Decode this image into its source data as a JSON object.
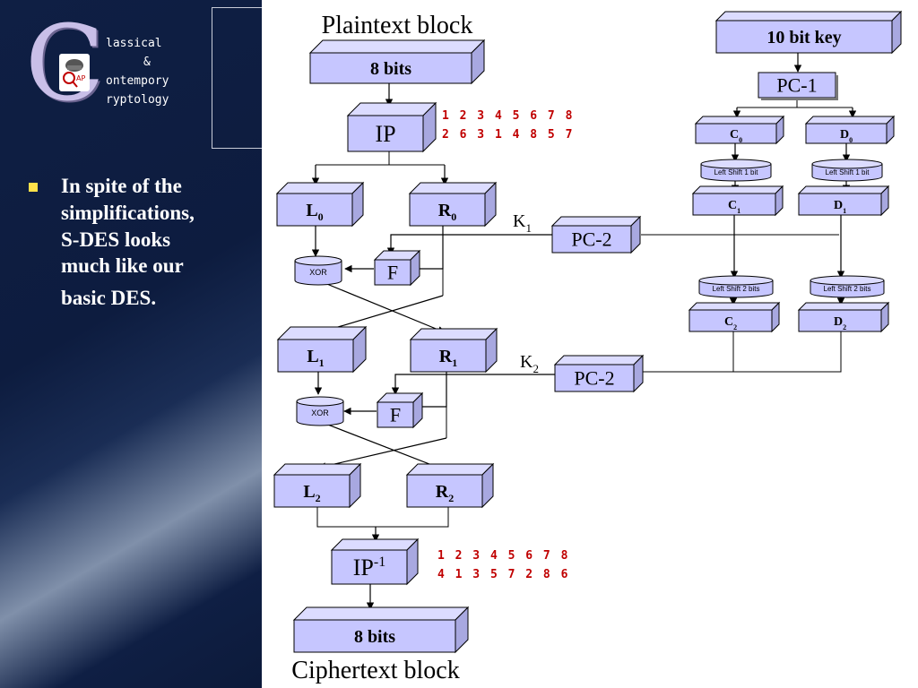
{
  "sidebar": {
    "logo": {
      "letter": "C",
      "lines": [
        "lassical",
        "&",
        "ontempory",
        "ryptology"
      ]
    },
    "bullet": {
      "lines": [
        "In spite of the",
        "simplifications,",
        "S-DES looks",
        "much like our",
        "basic DES."
      ]
    }
  },
  "diagram": {
    "plaintext_title": "Plaintext block",
    "ciphertext_title": "Ciphertext block",
    "input_box": "8 bits",
    "output_box": "8 bits",
    "ip": "IP",
    "ip_inverse_base": "IP",
    "ip_inverse_sup": "-1",
    "ip_table": {
      "row1": "1 2 3 4 5 6 7 8",
      "row2": "2 6 3 1 4 8 5 7"
    },
    "ip_inverse_table": {
      "row1": "1 2 3 4 5 6 7 8",
      "row2": "4 1 3 5 7 2 8 6"
    },
    "l0": {
      "base": "L",
      "sub": "0"
    },
    "r0": {
      "base": "R",
      "sub": "0"
    },
    "l1": {
      "base": "L",
      "sub": "1"
    },
    "r1": {
      "base": "R",
      "sub": "1"
    },
    "l2": {
      "base": "L",
      "sub": "2"
    },
    "r2": {
      "base": "R",
      "sub": "2"
    },
    "xor": "XOR",
    "f": "F",
    "k1": {
      "base": "K",
      "sub": "1"
    },
    "k2": {
      "base": "K",
      "sub": "2"
    },
    "pc2": "PC-2",
    "key_box": "10 bit key",
    "pc1": "PC-1",
    "c0": {
      "base": "C",
      "sub": "0"
    },
    "d0": {
      "base": "D",
      "sub": "0"
    },
    "c1": {
      "base": "C",
      "sub": "1"
    },
    "d1": {
      "base": "D",
      "sub": "1"
    },
    "c2": {
      "base": "C",
      "sub": "2"
    },
    "d2": {
      "base": "D",
      "sub": "2"
    },
    "shift1": "Left Shift 1 bit",
    "shift2": "Left Shift 2 bits"
  },
  "colors": {
    "sidebar_bg": "#0f1f44",
    "box_fill": "#c6c6ff",
    "box_side": "#a8a8e0",
    "box_top": "#dcdcff",
    "numbers": "#c00000",
    "bullet": "#ffe14a"
  }
}
